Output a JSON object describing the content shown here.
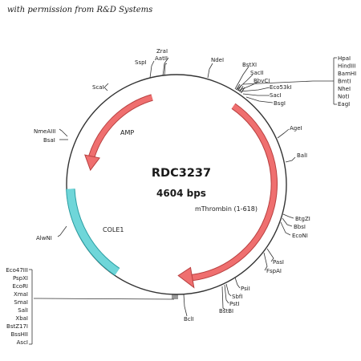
{
  "credit": "with permission from R&D Systems",
  "plasmid": {
    "name": "RDC3237",
    "size": "4604 bps",
    "insert": "mThrombin (1-618)"
  },
  "features": [
    {
      "label": "AMP",
      "color": "#ef6f6f",
      "type": "arrow"
    },
    {
      "label": "COLE1",
      "color": "#6fd6d9",
      "type": "band"
    },
    {
      "label": "mThrombin (1-618)",
      "color": "#ef6f6f",
      "type": "arrow"
    }
  ],
  "sites": [
    {
      "id": "zrai",
      "label": "ZraI"
    },
    {
      "id": "aatii",
      "label": "AatII"
    },
    {
      "id": "sspi",
      "label": "SspI"
    },
    {
      "id": "ndei",
      "label": "NdeI"
    },
    {
      "id": "bstxi",
      "label": "BstXI"
    },
    {
      "id": "sacii",
      "label": "SacII"
    },
    {
      "id": "bbvci",
      "label": "BbvCI"
    },
    {
      "id": "eco53ki",
      "label": "Eco53kI"
    },
    {
      "id": "saci",
      "label": "SacI"
    },
    {
      "id": "bsgi",
      "label": "BsgI"
    },
    {
      "id": "agei",
      "label": "AgeI"
    },
    {
      "id": "bali",
      "label": "BalI"
    },
    {
      "id": "btgzi",
      "label": "BtgZI"
    },
    {
      "id": "bbsi",
      "label": "BbsI"
    },
    {
      "id": "econi",
      "label": "EcoNI"
    },
    {
      "id": "pasi",
      "label": "PasI"
    },
    {
      "id": "fspai",
      "label": "FspAI"
    },
    {
      "id": "psii",
      "label": "PsiI"
    },
    {
      "id": "sbfi",
      "label": "SbfI"
    },
    {
      "id": "psti",
      "label": "PstI"
    },
    {
      "id": "bstbi",
      "label": "BstBI"
    },
    {
      "id": "bcli",
      "label": "BclI"
    },
    {
      "id": "alwni",
      "label": "AlwNI"
    },
    {
      "id": "nmeaiii",
      "label": "NmeAIII"
    },
    {
      "id": "bsai",
      "label": "BsaI"
    },
    {
      "id": "scai",
      "label": "ScaI"
    }
  ],
  "cluster_right": [
    "HpaI",
    "HindIII",
    "BamHI",
    "BmtI",
    "NheI",
    "NotI",
    "EagI"
  ],
  "cluster_left": [
    "Eco47III",
    "PspXI",
    "EcoRI",
    "XmaI",
    "SmaI",
    "SalI",
    "XbaI",
    "BstZ17I",
    "BssHII",
    "AscI"
  ]
}
